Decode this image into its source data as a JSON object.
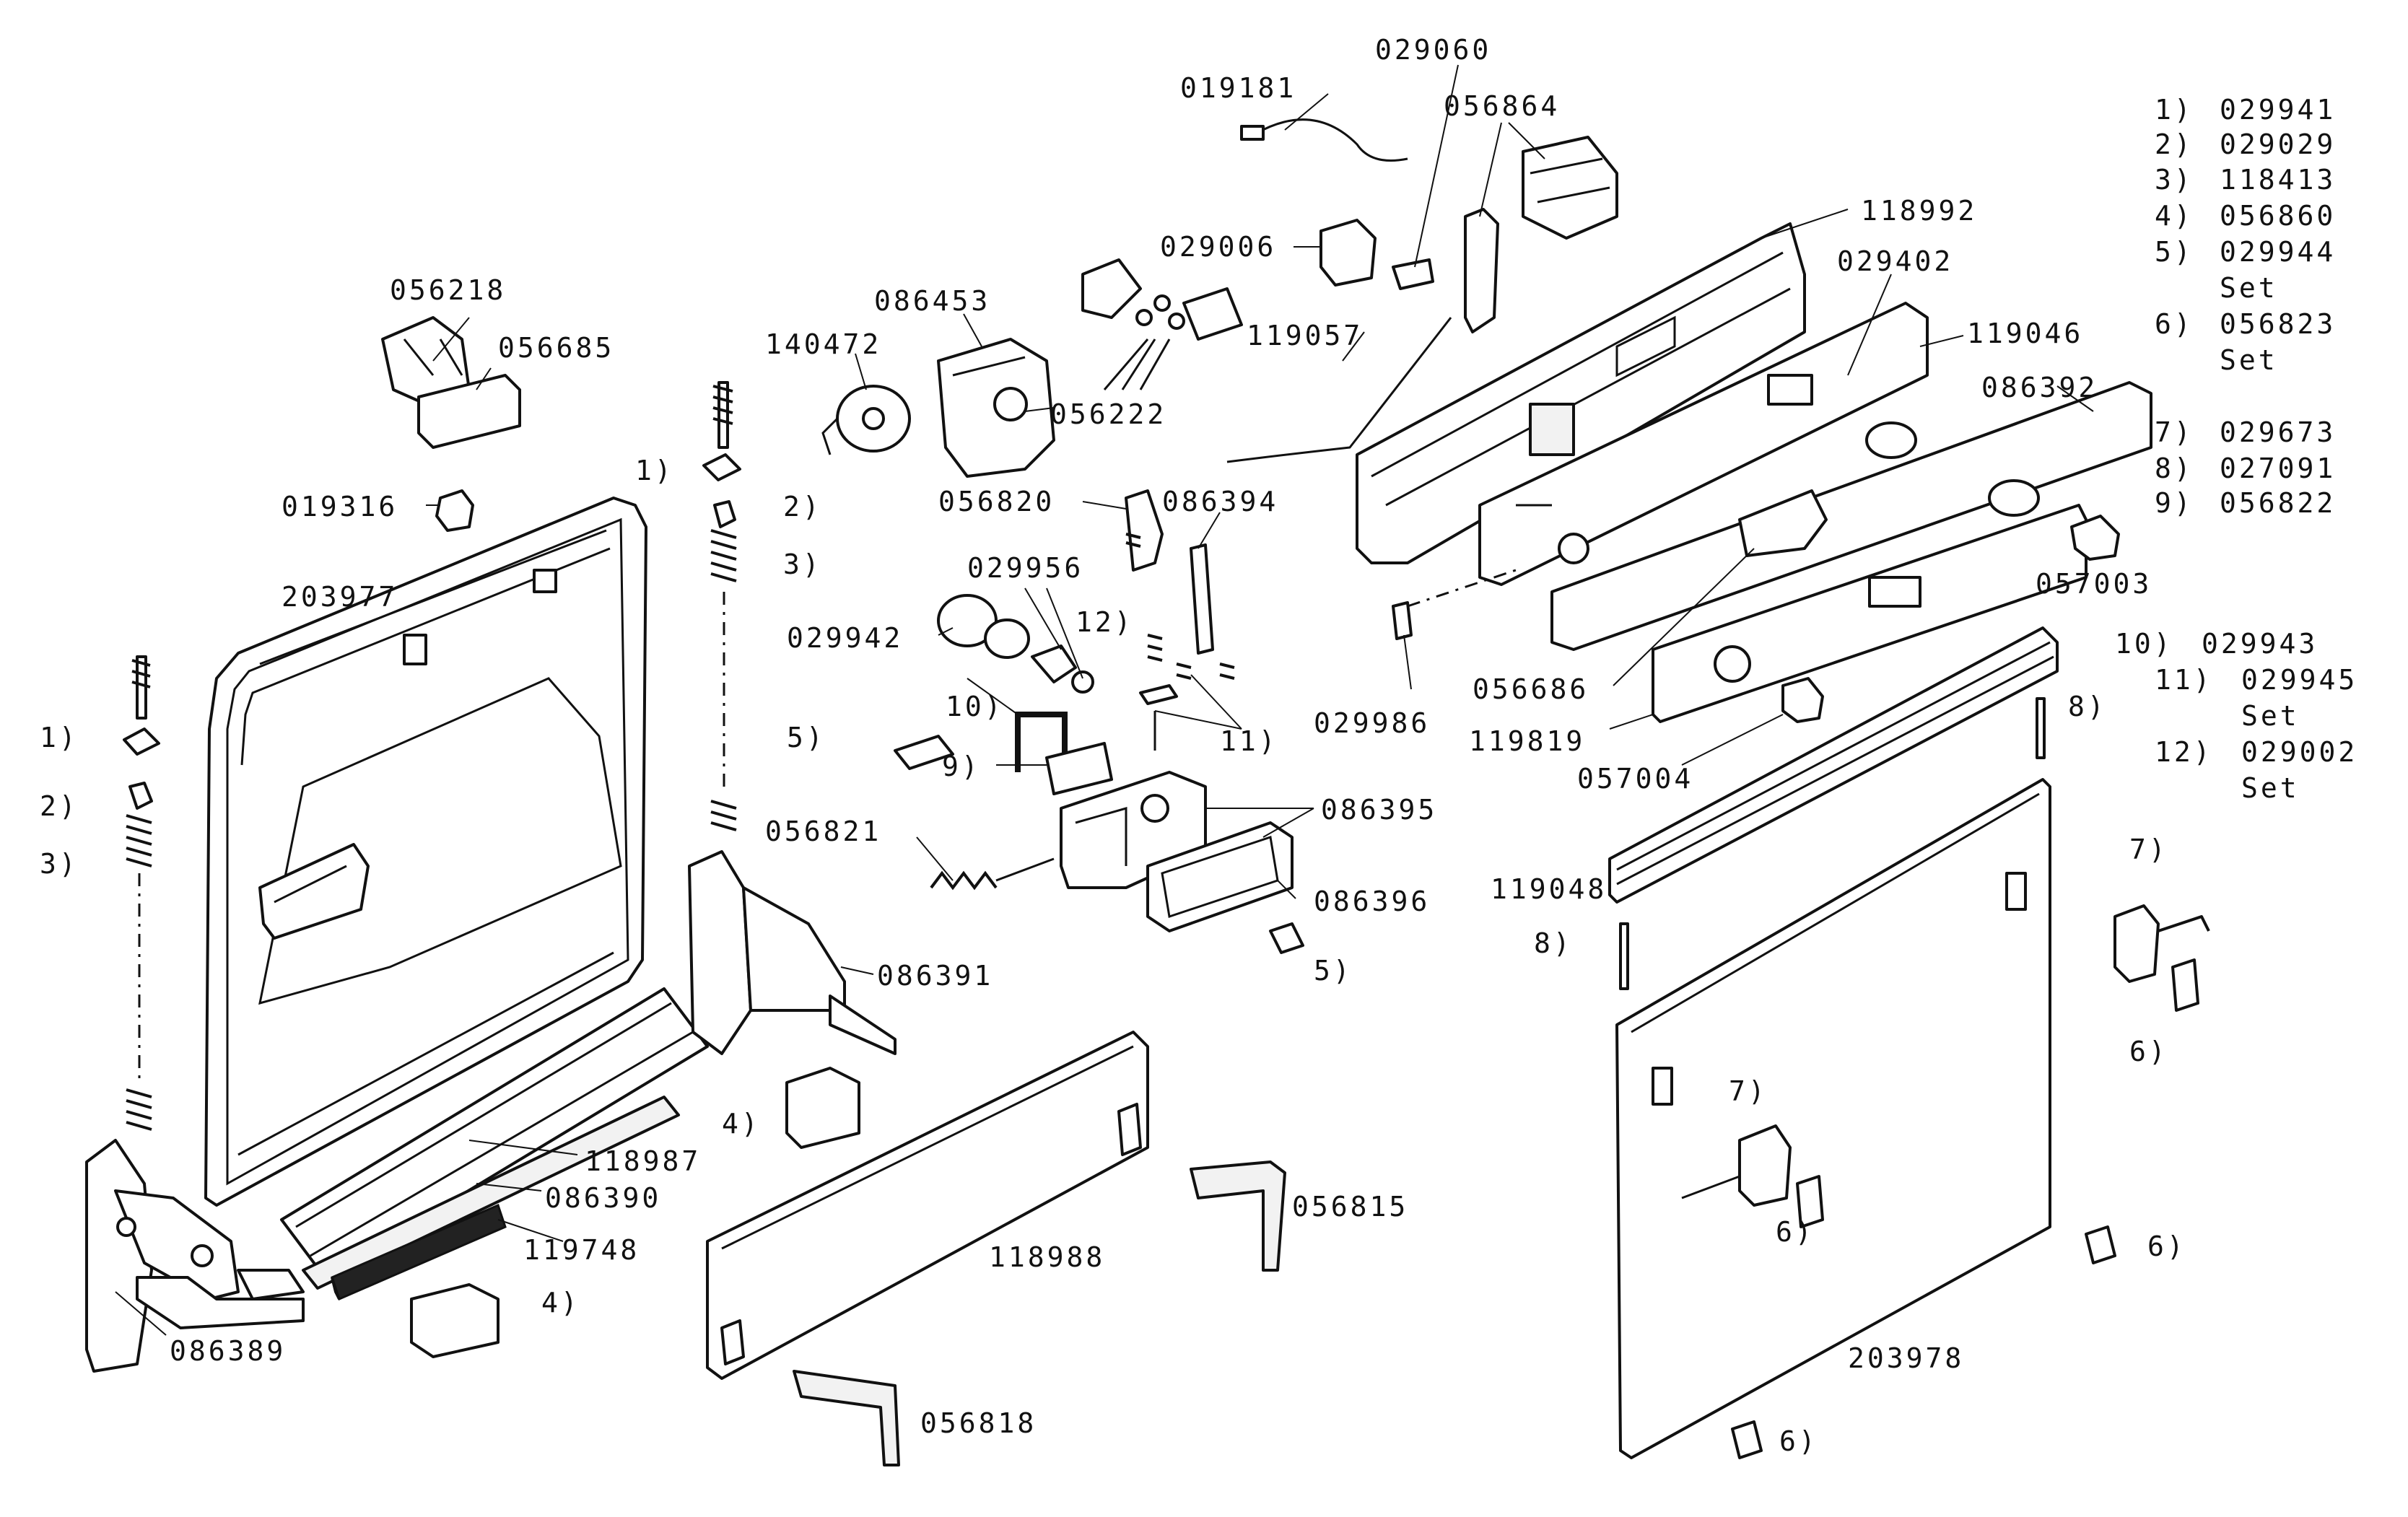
{
  "labels": {
    "p019181": "019181",
    "p029060": "029060",
    "p056864": "056864",
    "p118992": "118992",
    "p029402": "029402",
    "p119046": "119046",
    "p086392": "086392",
    "p057003": "057003",
    "p029006": "029006",
    "p119057": "119057",
    "p086453": "086453",
    "p056222": "056222",
    "p140472": "140472",
    "p056218": "056218",
    "p056685": "056685",
    "p019316": "019316",
    "p203977": "203977",
    "p056820": "056820",
    "p086394": "086394",
    "p029956": "029956",
    "p029942": "029942",
    "p056686": "056686",
    "p029986": "029986",
    "p119819": "119819",
    "p057004": "057004",
    "p086395": "086395",
    "p056821": "056821",
    "p086396": "086396",
    "p086391": "086391",
    "p119048": "119048",
    "p118987": "118987",
    "p086390": "086390",
    "p119748": "119748",
    "p086389": "086389",
    "p118988": "118988",
    "p056815": "056815",
    "p056818": "056818",
    "p203978": "203978",
    "m1a": "1)",
    "m2a": "2)",
    "m3a": "3)",
    "m1b": "1)",
    "m2b": "2)",
    "m3b": "3)",
    "m5a": "5)",
    "m10": "10)",
    "m9": "9)",
    "m12": "12)",
    "m11": "11)",
    "m5b": "5)",
    "m4a": "4)",
    "m4b": "4)",
    "m8a": "8)",
    "m8b": "8)",
    "m7a": "7)",
    "m6a": "6)",
    "m7b": "7)",
    "m6b": "6)",
    "m6c": "6)",
    "m6d": "6)"
  },
  "legend": [
    {
      "key": "1)",
      "code": "029941",
      "note": ""
    },
    {
      "key": "2)",
      "code": "029029",
      "note": ""
    },
    {
      "key": "3)",
      "code": "118413",
      "note": ""
    },
    {
      "key": "4)",
      "code": "056860",
      "note": ""
    },
    {
      "key": "5)",
      "code": "029944",
      "note": "Set"
    },
    {
      "key": "6)",
      "code": "056823",
      "note": "Set"
    },
    {
      "key": "7)",
      "code": "029673",
      "note": ""
    },
    {
      "key": "8)",
      "code": "027091",
      "note": ""
    },
    {
      "key": "9)",
      "code": "056822",
      "note": ""
    },
    {
      "key": "10)",
      "code": "029943",
      "note": ""
    },
    {
      "key": "11)",
      "code": "029945",
      "note": "Set"
    },
    {
      "key": "12)",
      "code": "029002",
      "note": "Set"
    }
  ]
}
